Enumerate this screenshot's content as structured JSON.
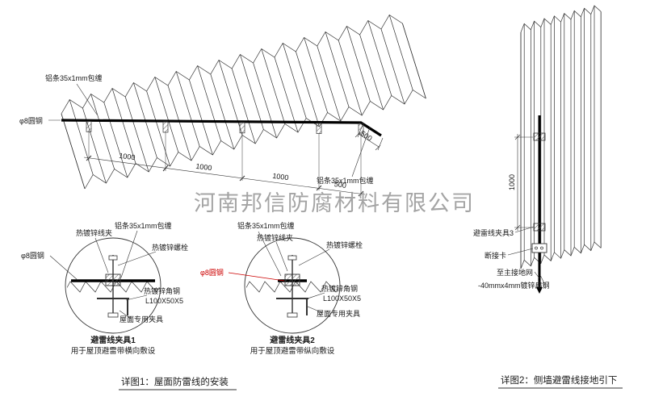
{
  "watermark": "河南邦信防腐材料有限公司",
  "colors": {
    "accent_red": "#cc0000",
    "line": "#333333",
    "watermark_gray": "#9b9b9b"
  },
  "roof_view": {
    "label_strip_top": "铝条35x1mm包缠",
    "label_round_steel": "φ8圆钢",
    "label_strip_right": "铝条35x1mm包缠",
    "dims": {
      "d1": "1000",
      "d2": "1000",
      "d3": "1000",
      "d4": "500",
      "d5": "500"
    }
  },
  "detail1": {
    "title": "避雷线夹具1",
    "subtitle": "用于屋顶避雷带横向敷设",
    "labels": {
      "wire_clip": "热镀锌线夹",
      "al_strip": "铝条35x1mm包缠",
      "bolt": "热镀锌螺栓",
      "round_steel": "φ8圆钢",
      "angle_steel": "热镀锌角钢",
      "angle_spec": "L100X50X5",
      "roof_clamp": "屋面专用夹具"
    }
  },
  "detail2": {
    "title": "避雷线夹具2",
    "subtitle": "用于屋顶避雷带纵向敷设",
    "labels": {
      "wire_clip": "热镀锌线夹",
      "al_strip": "铝条35x1mm包缠",
      "bolt": "热镀锌螺栓",
      "round_steel": "φ8圆钢",
      "angle_steel": "热镀锌角钢",
      "angle_spec": "L100X50X5",
      "roof_clamp": "屋面专用夹具"
    }
  },
  "caption1": "详图1：屋面防雷线的安装",
  "wall_view": {
    "dim": "1000",
    "label_clamp3": "避雷线夹具3",
    "label_disconnect": "断接卡",
    "label_to_ground": "至主接地网",
    "label_flat_steel": "-40mmx4mm镀锌扁钢"
  },
  "caption2": "详图2：侧墙避雷线接地引下"
}
